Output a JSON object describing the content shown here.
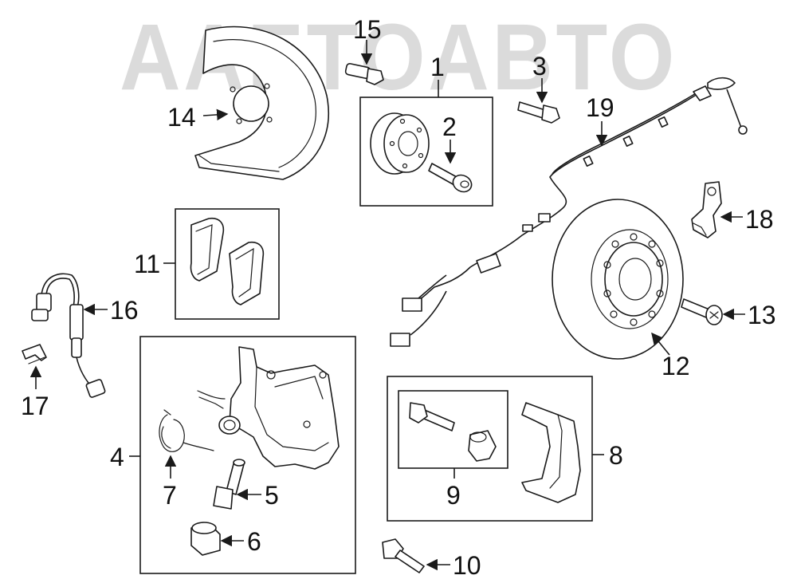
{
  "watermark": "AAETOABTO",
  "colors": {
    "line": "#1a1a1a",
    "watermark": "#000000"
  },
  "callouts": {
    "c1": "1",
    "c2": "2",
    "c3": "3",
    "c4": "4",
    "c5": "5",
    "c6": "6",
    "c7": "7",
    "c8": "8",
    "c9": "9",
    "c10": "10",
    "c11": "11",
    "c12": "12",
    "c13": "13",
    "c14": "14",
    "c15": "15",
    "c16": "16",
    "c17": "17",
    "c18": "18",
    "c19": "19"
  }
}
